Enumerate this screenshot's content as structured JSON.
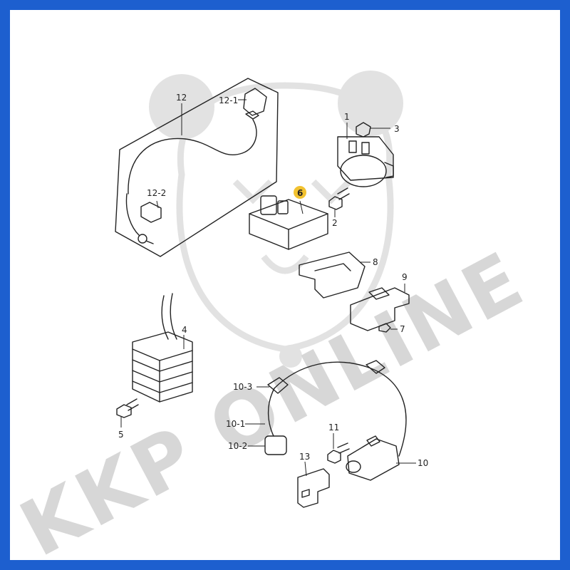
{
  "colors": {
    "border": "#1d5fcf",
    "background": "#ffffff",
    "watermark": "#d7d7d7",
    "highlight": "#f2c230",
    "line": "#222222"
  },
  "watermark": {
    "text": "KKP ONLINE"
  },
  "callouts": {
    "c1": "1",
    "c2": "2",
    "c3": "3",
    "c4": "4",
    "c5": "5",
    "c6": "6",
    "c7": "7",
    "c8": "8",
    "c9": "9",
    "c10": "10",
    "c10_1": "10-1",
    "c10_2": "10-2",
    "c10_3": "10-3",
    "c11": "11",
    "c12": "12",
    "c12_1": "12-1",
    "c12_2": "12-2",
    "c13": "13"
  }
}
